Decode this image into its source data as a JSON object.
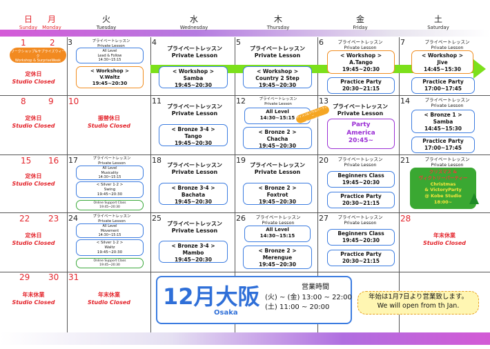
{
  "header": {
    "days": [
      {
        "jp": "日",
        "en": "Sunday"
      },
      {
        "jp": "月",
        "en": "Monday"
      },
      {
        "jp": "火",
        "en": "Tuesday"
      },
      {
        "jp": "水",
        "en": "Wednesday"
      },
      {
        "jp": "木",
        "en": "Thursday"
      },
      {
        "jp": "金",
        "en": "Friday"
      },
      {
        "jp": "土",
        "en": "Saturday"
      }
    ]
  },
  "closed": {
    "teikyubi": "定休日",
    "studio_closed": "Studio Closed",
    "furikae": "振替休日",
    "nenmatsu": "年末休業"
  },
  "private": {
    "jp": "プライベートレッスン",
    "en": "Private Lesson"
  },
  "dates": {
    "d1": "1",
    "d2": "2",
    "d3": "3",
    "d4": "4",
    "d5": "5",
    "d6": "6",
    "d7": "7",
    "d8": "8",
    "d9": "9",
    "d10": "10",
    "d11": "11",
    "d12": "12",
    "d13": "13",
    "d14": "14",
    "d15": "15",
    "d16": "16",
    "d17": "17",
    "d18": "18",
    "d19": "19",
    "d20": "20",
    "d21": "21",
    "d22": "22",
    "d23": "23",
    "d24": "24",
    "d25": "25",
    "d26": "26",
    "d27": "27",
    "d28": "28",
    "d29": "29",
    "d30": "30",
    "d31": "31"
  },
  "events": {
    "workshop_pill": "ワークショップ&サプライズウィーク\nWorkshop & SurpriseWeek",
    "w1_tue_lead": "All Level\nLead & Follow\n14:30~15:15",
    "w1_tue_ws": "< Workshop >\nV.Waltz\n19:45~20:30",
    "w1_wed_ws": "< Workshop >\nSamba\n19:45~20:30",
    "w1_thu_ws": "< Workshop >\nCountry 2 Step\n19:45~20:30",
    "w1_fri_ws": "< Workshop >\nA.Tango\n19:45~20:30",
    "w1_fri_party": "Practice Party\n20:30~21:15",
    "w1_sat_ws": "< Workshop >\nJive\n14:45~15:30",
    "w1_sat_party": "Practice Party\n17:00~17:45",
    "w2_wed": "< Bronze 3·4 >\nTango\n19:45~20:30",
    "w2_thu_all": "All Level\n14:30~15:15",
    "w2_thu_tag": "ディスコ&ソウルパーティー\nTheme Party",
    "w2_thu_bronze": "< Bronze 2 >\nChacha\n19:45~20:30",
    "w2_fri_party": "Party\nAmerica\n20:45~",
    "w2_sat_bronze": "< Bronze 1 >\nSamba\n14:45~15:30",
    "w2_sat_party": "Practice Party\n17:00~17:45",
    "w3_tue_all": "All Level\nMusicality\n14:30~15:15",
    "w3_tue_silver": "< Silver 1·2 >\nSwing\n19:45~20:30",
    "w3_tue_online": "Online Support Class\n19:45~20:30",
    "w3_wed": "< Bronze 3·4 >\nBachata\n19:45~20:30",
    "w3_thu": "< Bronze 2 >\nFoxtrot\n19:45~20:30",
    "w3_fri_beg": "Beginners Class\n19:45~20:30",
    "w3_fri_party": "Practice Party\n20:30~21:15",
    "w3_sat_xmas_jp": "クリスマス &\nヴィクトリーパーティー",
    "w3_sat_xmas_en": "Christmas\n& VictoryParty\n@ Kobe Studio\n18:00~",
    "w4_tue_all": "All Level\nMovement\n14:30~15:15",
    "w4_tue_silver": "< Silver 1·2 >\nWaltz\n19:45~20:30",
    "w4_tue_online": "Online Support Class\n19:45~20:30",
    "w4_wed": "< Bronze 3·4 >\nMambo\n19:45~20:30",
    "w4_thu_all": "All Level\n14:30~15:15",
    "w4_thu_bronze": "< Bronze 2 >\nMerengue\n19:45~20:30",
    "w4_fri_beg": "Beginners Class\n19:45~20:30",
    "w4_fri_party": "Practice Party\n20:30~21:15"
  },
  "footer": {
    "month": "12月",
    "city_jp": "大阪",
    "city_en": "Osaka",
    "hours_title": "営業時間",
    "hours_1": "(火) ~ (金)  13:00 ~ 22:00",
    "hours_2": "(土)  11:00 ~ 20:00",
    "notice": "年始は1月7日より営業致します。\nWe will open from th Jan."
  },
  "colors": {
    "accent": "#2f6fd8",
    "closed": "#e3242b",
    "arrow": "#7ce01b",
    "party": "#9a2dd4"
  }
}
